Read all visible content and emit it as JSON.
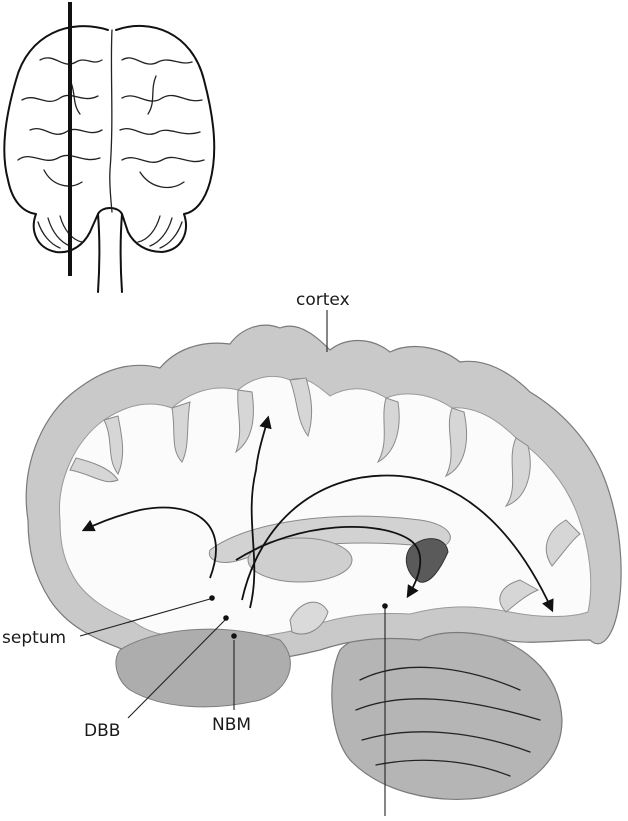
{
  "labels": {
    "cortex": "cortex",
    "septum": "septum",
    "dbb": "DBB",
    "nbm": "NBM"
  },
  "colors": {
    "ink": "#111111",
    "cortex_gray": "#c9c9c9",
    "cerebellum_gray": "#b5b5b5",
    "background": "#ffffff"
  },
  "icons": {
    "front_view": "brain-front-view-icon",
    "sagittal": "brain-sagittal-section"
  }
}
